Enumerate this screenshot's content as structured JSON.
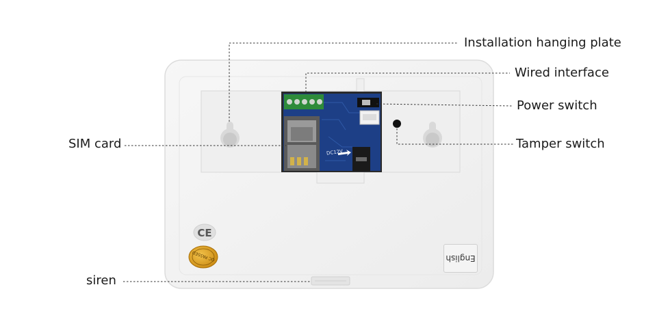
{
  "callouts": {
    "installation_hanging_plate": "Installation hanging plate",
    "wired_interface": "Wired interface",
    "power_switch": "Power switch",
    "tamper_switch": "Tamper switch",
    "sim_card": "SIM card",
    "siren": "siren"
  },
  "device": {
    "sticker_text": "English",
    "dc_marking": "DC12V",
    "ce_mark": "CE",
    "qc_badge": "QC PASSED"
  },
  "colors": {
    "board": "#1d3f86",
    "terminal_block": "#2e8b3a",
    "casing": "#f3f3f3",
    "qc_badge": "#e0a21a"
  }
}
